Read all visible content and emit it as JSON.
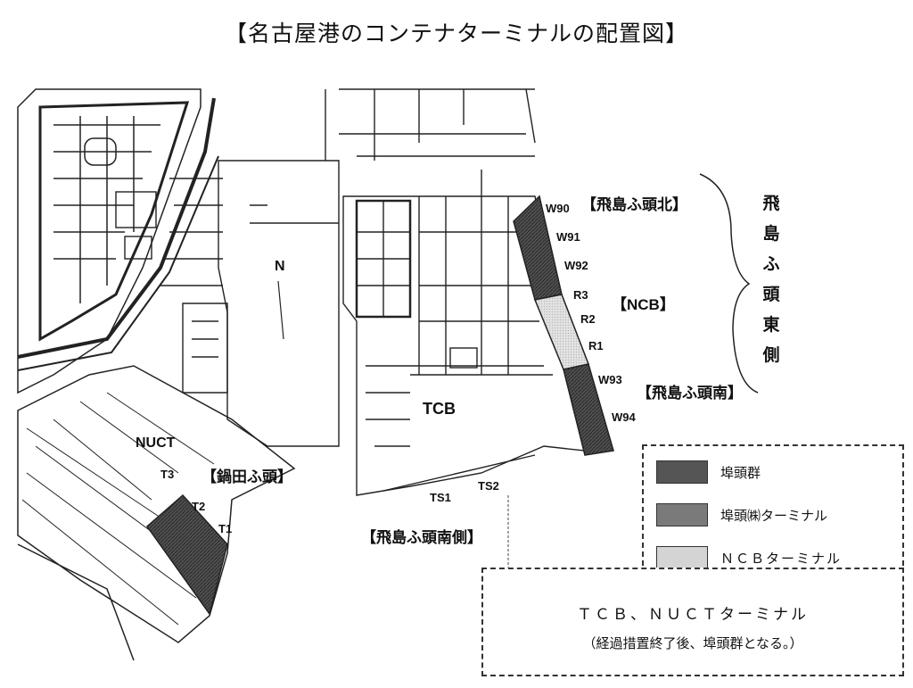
{
  "title": "【名古屋港のコンテナターミナルの配置図】",
  "north_label": "N",
  "piers": {
    "tobishima_north": "【飛島ふ頭北】",
    "ncb": "【NCB】",
    "tobishima_south": "【飛島ふ頭南】",
    "tobishima_south_side": "【飛島ふ頭南側】",
    "nabeta": "【鍋田ふ頭】",
    "tobishima_east_chars": [
      "飛",
      "島",
      "ふ",
      "頭",
      "東",
      "側"
    ]
  },
  "areas": {
    "tcb": "TCB",
    "nuct": "NUCT"
  },
  "berths": {
    "w90": "W90",
    "w91": "W91",
    "w92": "W92",
    "r3": "R3",
    "r2": "R2",
    "r1": "R1",
    "w93": "W93",
    "w94": "W94",
    "ts1": "TS1",
    "ts2": "TS2",
    "t1": "T1",
    "t2": "T2",
    "t3": "T3"
  },
  "legend": {
    "items": [
      {
        "label": "埠頭群",
        "color": "#555555"
      },
      {
        "label": "埠頭㈱ターミナル",
        "color": "#7a7a7a"
      },
      {
        "label": "ＮＣＢターミナル",
        "color": "#d4d4d4"
      }
    ]
  },
  "note": {
    "line1": "ＴＣＢ、ＮＵＣＴターミナル",
    "line2": "（経過措置終了後、埠頭群となる。）"
  }
}
